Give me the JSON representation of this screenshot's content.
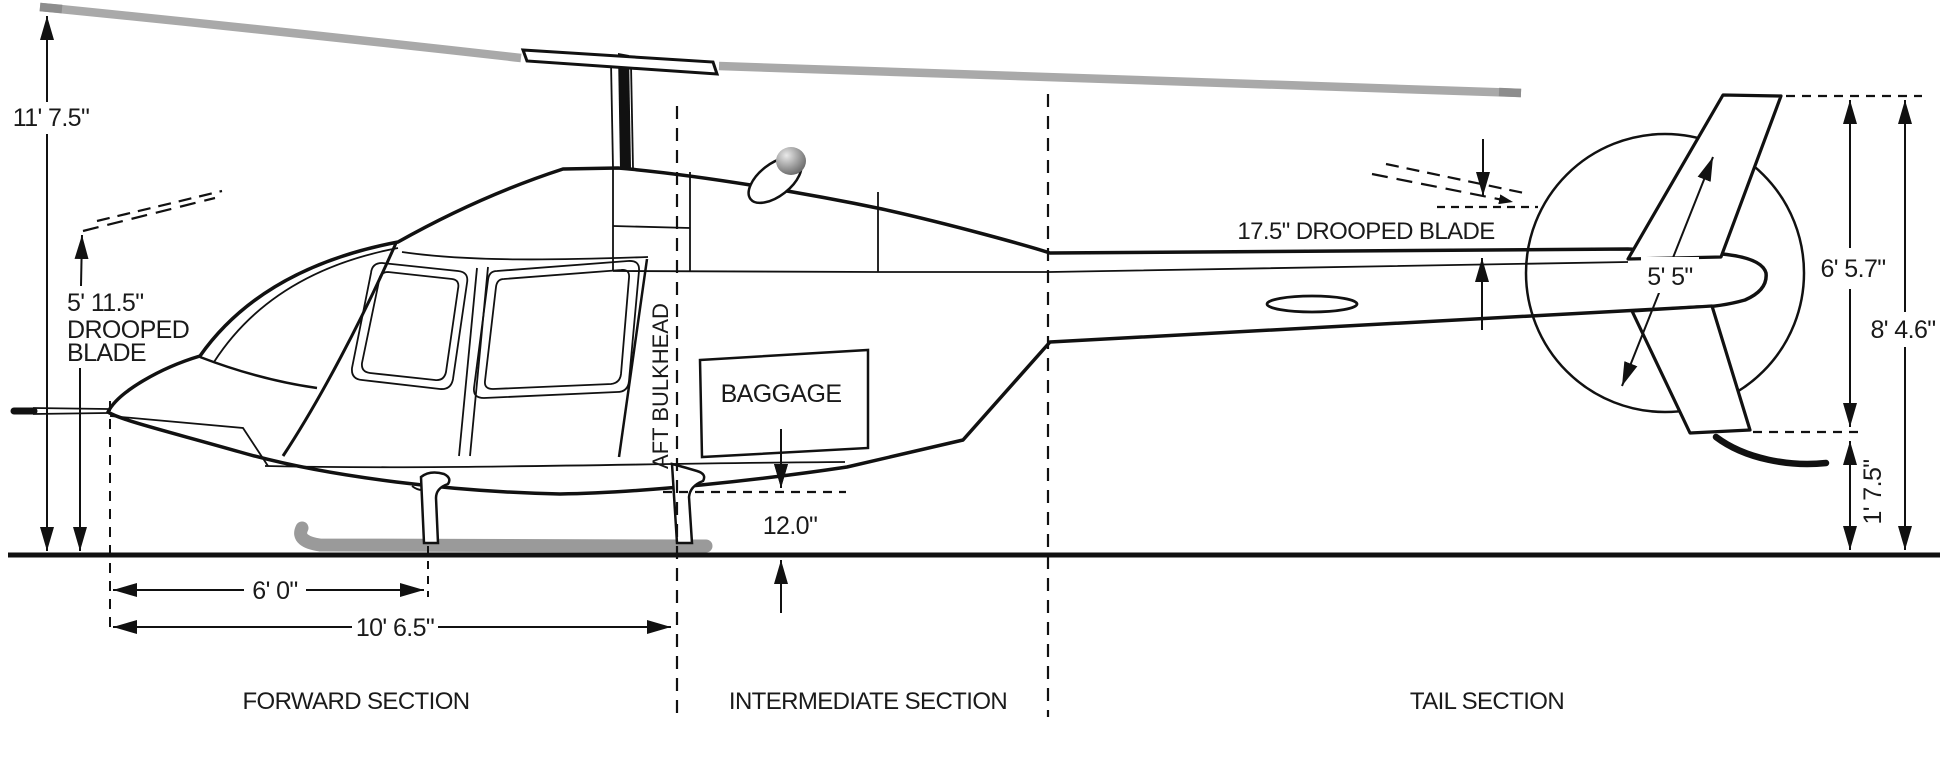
{
  "diagram": {
    "dimensions": {
      "main_rotor_height": "11' 7.5\"",
      "front_droop_line1": "5' 11.5\"",
      "front_droop_line2": "DROOPED",
      "front_droop_line3": "BLADE",
      "skid_front_distance": "6' 0\"",
      "skid_overall_distance": "10' 6.5\"",
      "baggage_floor_height": "12.0\"",
      "tail_blade_droop": "17.5\" DROOPED BLADE",
      "tail_rotor_diameter": "5' 5\"",
      "fin_to_skid_height": "6' 5.7\"",
      "overall_tail_height": "8' 4.6\"",
      "tail_skid_clearance": "1' 7.5\""
    },
    "labels": {
      "aft_bulkhead": "AFT BULKHEAD",
      "baggage": "BAGGAGE"
    },
    "sections": {
      "forward": "FORWARD SECTION",
      "intermediate": "INTERMEDIATE SECTION",
      "tail": "TAIL SECTION"
    },
    "colors": {
      "line": "#111111",
      "rotor_blade_gray": "#a9a9a9",
      "blade_tip_gray": "#8d8d8d",
      "skid_gray": "#9a9a9a",
      "background": "#ffffff"
    }
  }
}
